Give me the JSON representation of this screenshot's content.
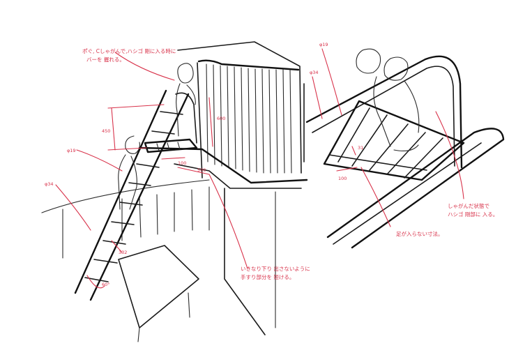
{
  "annotations": {
    "handrail_note_line1": "ポ゚ぐ, Cしゃがんで,ハシゴ 剛に入る時に",
    "handrail_note_line2": "バーを 握れる。",
    "dim_450": "450",
    "dim_600": "600",
    "dim_100_left": "100",
    "dim_500": "500",
    "phi19_left": "φ19",
    "phi34_left": "φ34",
    "dim_332": "332",
    "angle_60": "60°",
    "bottom_note_line1": "いきなり下り 出さないように",
    "bottom_note_line2": "手すり部分を 短ける。",
    "phi19_right": "φ19",
    "phi34_right": "φ34",
    "dim_31_right": "31",
    "dim_100_right": "100",
    "foot_note": "足が入らない寸法。",
    "right_note_line1": "しゃがんだ状態で",
    "right_note_line2": "ハシゴ 剛部に 入る。"
  }
}
